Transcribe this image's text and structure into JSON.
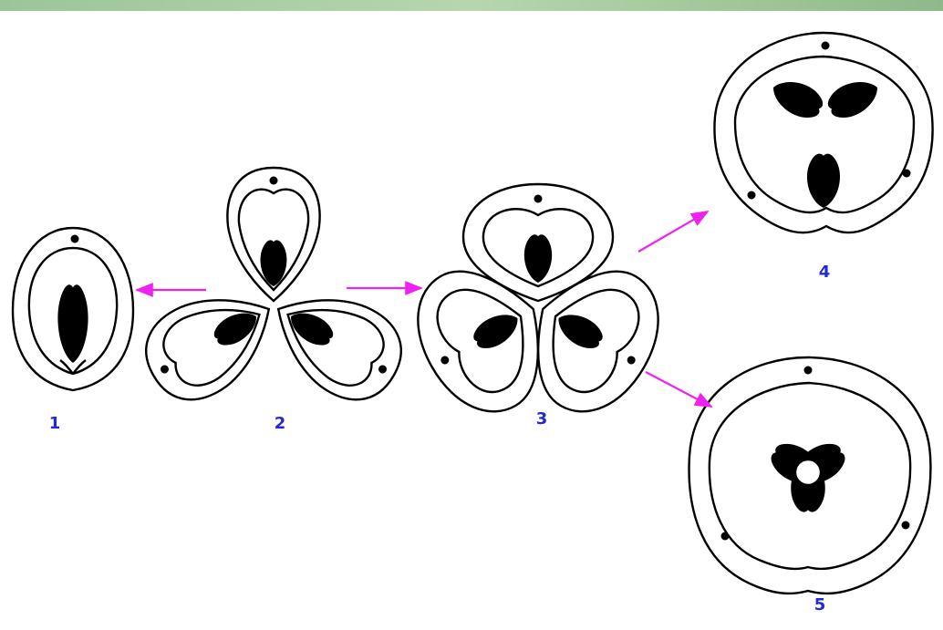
{
  "labels": {
    "fig1": "1",
    "fig2": "2",
    "fig3": "3",
    "fig4": "4",
    "fig5": "5"
  },
  "colors": {
    "label": "#1f2bd6",
    "arrow": "#ee22ee",
    "ink": "#000000",
    "top_band": "#8fb98a"
  },
  "arrows": [
    {
      "from": "2",
      "to": "1"
    },
    {
      "from": "2",
      "to": "3"
    },
    {
      "from": "3",
      "to": "4"
    },
    {
      "from": "3",
      "to": "5"
    }
  ]
}
